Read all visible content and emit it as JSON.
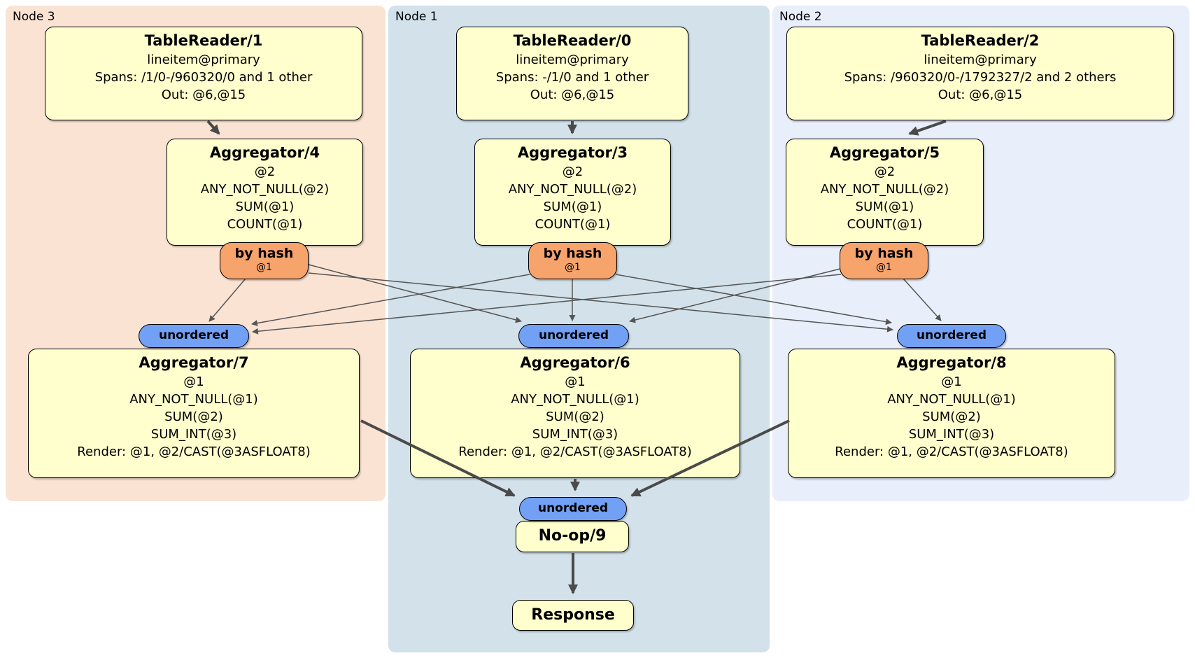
{
  "panels": {
    "node3": {
      "label": "Node 3"
    },
    "node1": {
      "label": "Node 1"
    },
    "node2": {
      "label": "Node 2"
    }
  },
  "processors": {
    "tablereader1": {
      "title": "TableReader/1",
      "lines": [
        "lineitem@primary",
        "Spans: /1/0-/960320/0 and 1 other",
        "Out: @6,@15"
      ]
    },
    "tablereader0": {
      "title": "TableReader/0",
      "lines": [
        "lineitem@primary",
        "Spans: -/1/0 and 1 other",
        "Out: @6,@15"
      ]
    },
    "tablereader2": {
      "title": "TableReader/2",
      "lines": [
        "lineitem@primary",
        "Spans: /960320/0-/1792327/2 and 2 others",
        "Out: @6,@15"
      ]
    },
    "aggregator4": {
      "title": "Aggregator/4",
      "lines": [
        "@2",
        "ANY_NOT_NULL(@2)",
        "SUM(@1)",
        "COUNT(@1)"
      ]
    },
    "aggregator3": {
      "title": "Aggregator/3",
      "lines": [
        "@2",
        "ANY_NOT_NULL(@2)",
        "SUM(@1)",
        "COUNT(@1)"
      ]
    },
    "aggregator5": {
      "title": "Aggregator/5",
      "lines": [
        "@2",
        "ANY_NOT_NULL(@2)",
        "SUM(@1)",
        "COUNT(@1)"
      ]
    },
    "aggregator7": {
      "title": "Aggregator/7",
      "lines": [
        "@1",
        "ANY_NOT_NULL(@1)",
        "SUM(@2)",
        "SUM_INT(@3)",
        "Render: @1, @2/CAST(@3ASFLOAT8)"
      ]
    },
    "aggregator6": {
      "title": "Aggregator/6",
      "lines": [
        "@1",
        "ANY_NOT_NULL(@1)",
        "SUM(@2)",
        "SUM_INT(@3)",
        "Render: @1, @2/CAST(@3ASFLOAT8)"
      ]
    },
    "aggregator8": {
      "title": "Aggregator/8",
      "lines": [
        "@1",
        "ANY_NOT_NULL(@1)",
        "SUM(@2)",
        "SUM_INT(@3)",
        "Render: @1, @2/CAST(@3ASFLOAT8)"
      ]
    },
    "noop9": {
      "title": "No-op/9"
    },
    "response": {
      "title": "Response"
    }
  },
  "routers": {
    "hash4": {
      "label": "by hash",
      "detail": "@1"
    },
    "hash3": {
      "label": "by hash",
      "detail": "@1"
    },
    "hash5": {
      "label": "by hash",
      "detail": "@1"
    }
  },
  "syncs": {
    "unordered7": {
      "label": "unordered"
    },
    "unordered6": {
      "label": "unordered"
    },
    "unordered8": {
      "label": "unordered"
    },
    "unordered9": {
      "label": "unordered"
    }
  },
  "colors": {
    "panel_node3": "#fbe3d4",
    "panel_node1": "#d2e1ea",
    "panel_node2": "#e9eefb",
    "processor_fill": "#ffffcd",
    "router_fill": "#f7a36c",
    "sync_fill": "#71a0f5",
    "edge": "#4a4a4a"
  }
}
